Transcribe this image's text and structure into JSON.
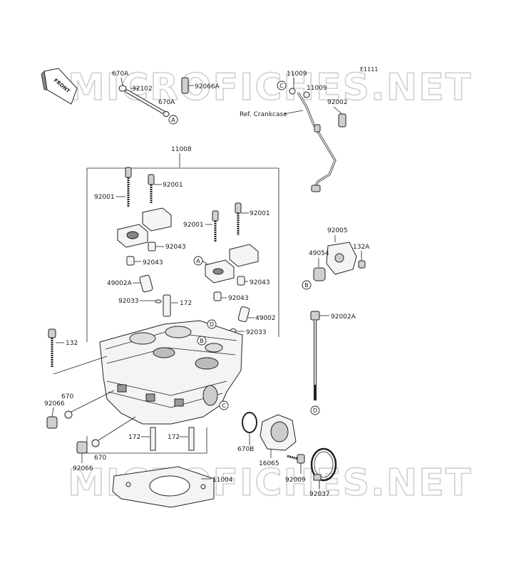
{
  "diagram_code": "E1111",
  "watermark": "MICROFICHES.NET",
  "front_label": "FRONT",
  "ref_crankcase": "Ref. Crankcase",
  "parts": {
    "p670A_top": "670A",
    "p32102": "32102",
    "p670A_b": "670A",
    "p92066A": "92066A",
    "p11009_a": "11009",
    "p11009_b": "11009",
    "p92002": "92002",
    "p11008": "11008",
    "p92001_1": "92001",
    "p92001_2": "92001",
    "p92001_3": "92001",
    "p92001_4": "92001",
    "p92043_1": "92043",
    "p92043_2": "92043",
    "p92043_3": "92043",
    "p92043_4": "92043",
    "p49002A": "49002A",
    "p49002": "49002",
    "p92033_1": "92033",
    "p92033_2": "92033",
    "p172_1": "172",
    "p172_2": "172",
    "p172_3": "172",
    "p132": "132",
    "p132A": "132A",
    "p92005": "92005",
    "p49054": "49054",
    "p92002A": "92002A",
    "p92066_1": "92066",
    "p92066_2": "92066",
    "p670_1": "670",
    "p670_2": "670",
    "p670B": "670B",
    "p16065": "16065",
    "p92009": "92009",
    "p92037": "92037",
    "p11004": "11004"
  },
  "refs": {
    "A": "A",
    "B": "B",
    "C": "C",
    "D": "D"
  }
}
